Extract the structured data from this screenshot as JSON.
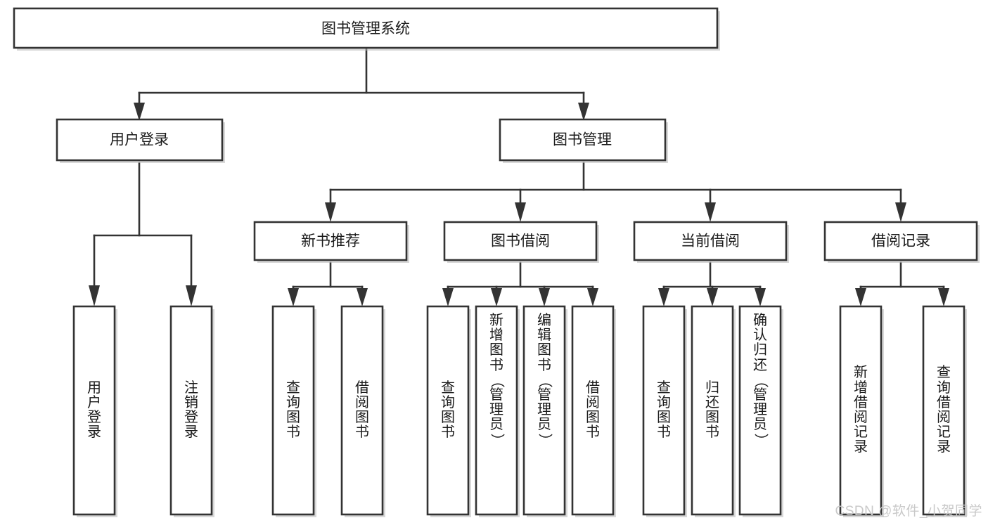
{
  "diagram": {
    "title": "图书管理系统",
    "type": "tree-hierarchy",
    "colors": {
      "stroke": "#333333",
      "fill": "#ffffff",
      "text": "#1a1a1a",
      "shadow": "#b8b8b8",
      "watermark": "#c9c9c9",
      "background": "#ffffff"
    },
    "root": {
      "label": "图书管理系统"
    },
    "level2": [
      {
        "label": "用户登录"
      },
      {
        "label": "图书管理"
      }
    ],
    "level3": [
      {
        "label": "新书推荐"
      },
      {
        "label": "图书借阅"
      },
      {
        "label": "当前借阅"
      },
      {
        "label": "借阅记录"
      }
    ],
    "leaves": {
      "user_login": [
        {
          "label": "用户登录",
          "chars": [
            "用",
            "户",
            "登",
            "录"
          ]
        },
        {
          "label": "注销登录",
          "chars": [
            "注",
            "销",
            "登",
            "录"
          ]
        }
      ],
      "new_book_recommend": [
        {
          "label": "查询图书",
          "chars": [
            "查",
            "询",
            "图",
            "书"
          ]
        },
        {
          "label": "借阅图书",
          "chars": [
            "借",
            "阅",
            "图",
            "书"
          ]
        }
      ],
      "book_borrow": [
        {
          "label": "查询图书",
          "chars": [
            "查",
            "询",
            "图",
            "书"
          ]
        },
        {
          "label": "新增图书（管理员）",
          "chars": [
            "新",
            "增",
            "图",
            "书",
            "（",
            "管",
            "理",
            "员",
            "）"
          ]
        },
        {
          "label": "编辑图书（管理员）",
          "chars": [
            "编",
            "辑",
            "图",
            "书",
            "（",
            "管",
            "理",
            "员",
            "）"
          ]
        },
        {
          "label": "借阅图书",
          "chars": [
            "借",
            "阅",
            "图",
            "书"
          ]
        }
      ],
      "current_borrow": [
        {
          "label": "查询图书",
          "chars": [
            "查",
            "询",
            "图",
            "书"
          ]
        },
        {
          "label": "归还图书",
          "chars": [
            "归",
            "还",
            "图",
            "书"
          ]
        },
        {
          "label": "确认归还（管理员）",
          "chars": [
            "确",
            "认",
            "归",
            "还",
            "（",
            "管",
            "理",
            "员",
            "）"
          ]
        }
      ],
      "borrow_record": [
        {
          "label": "新增借阅记录",
          "chars": [
            "新",
            "增",
            "借",
            "阅",
            "记",
            "录"
          ]
        },
        {
          "label": "查询借阅记录",
          "chars": [
            "查",
            "询",
            "借",
            "阅",
            "记",
            "录"
          ]
        }
      ]
    }
  },
  "watermark": {
    "text": "CSDN @软件_小贺同学"
  }
}
